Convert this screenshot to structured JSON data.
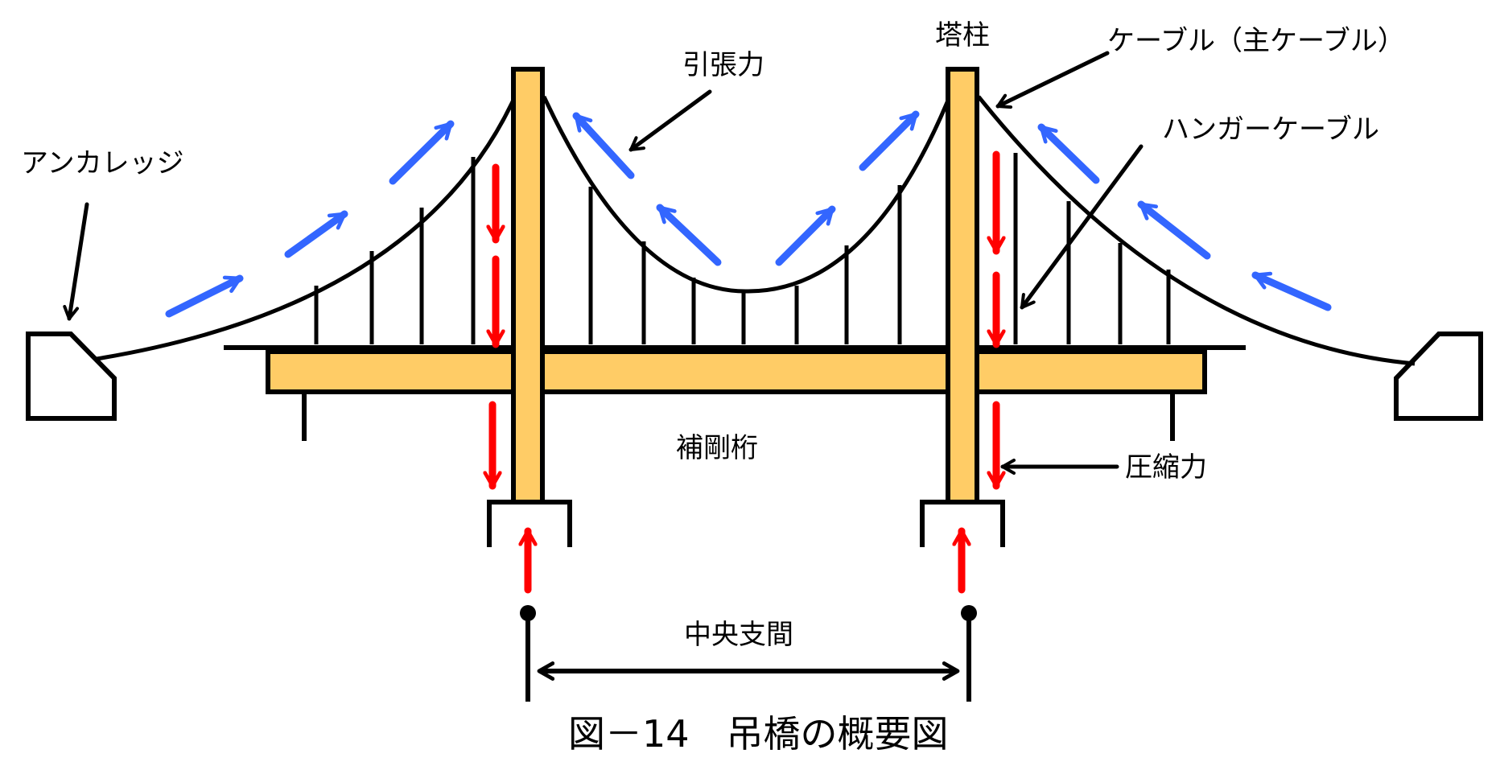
{
  "labels": {
    "anchorage": "アンカレッジ",
    "tension": "引張力",
    "tower": "塔柱",
    "main_cable": "ケーブル（主ケーブル）",
    "hanger_cable": "ハンガーケーブル",
    "stiffening_girder": "補剛桁",
    "compression": "圧縮力",
    "center_span": "中央支間"
  },
  "caption": "図－14　吊橋の概要図",
  "colors": {
    "tower_fill": "#FFCC66",
    "girder_fill": "#FFCC66",
    "outline": "#000000",
    "tension_arrow": "#3366FF",
    "compression_arrow": "#FF0000"
  },
  "icons": {
    "tension_arrow": "arrow-blue",
    "compression_arrow": "arrow-red",
    "pointer_arrow": "arrow-black"
  }
}
